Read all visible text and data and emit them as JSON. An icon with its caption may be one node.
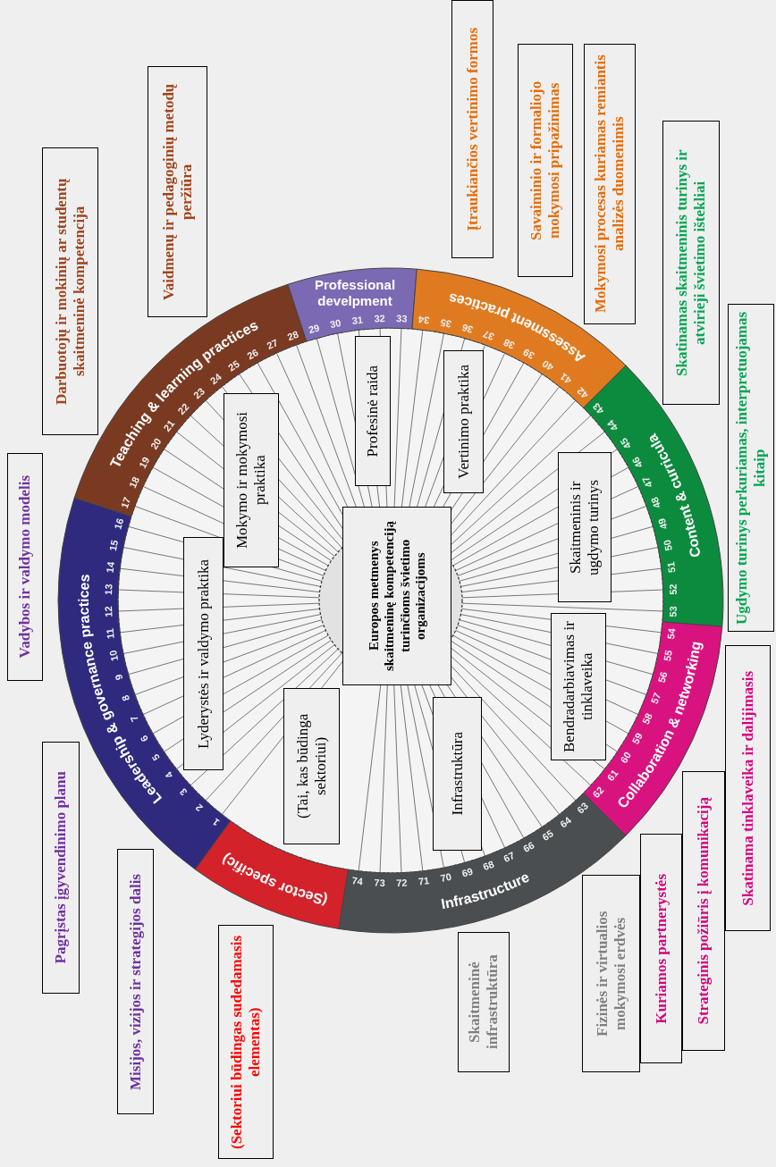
{
  "diagram": {
    "nodes": [
      {
        "text": [
          "Leadership & governance practices"
        ]
      },
      {
        "text": [
          "Teaching & learning practices"
        ]
      },
      {
        "text": [
          "Professional develpment"
        ]
      },
      {
        "text": [
          "Assessment practices"
        ]
      },
      {
        "text": [
          "Content & curricula"
        ]
      },
      {
        "text": [
          "Collaboration & networking"
        ]
      },
      {
        "text": [
          "Infrastructure"
        ]
      },
      {
        "text": [
          "(Sector specific)"
        ]
      },
      {
        "text": [
          "Europos metmenys skaitmeninę kompetenciją turinčioms švietimo organizacijoms"
        ]
      },
      {
        "text": [
          "Lyderystės ir valdymo praktika"
        ]
      },
      {
        "text": [
          "Mokymo ir mokymosi praktika"
        ]
      },
      {
        "text": [
          "Profesinė raida"
        ]
      },
      {
        "text": [
          "Vertinimo praktika"
        ]
      },
      {
        "text": [
          "Skaitmeninis ir ugdymo turinys"
        ]
      },
      {
        "text": [
          "Bendradarbiavimas ir tinklaveika"
        ]
      },
      {
        "text": [
          "Infrastruktūra"
        ]
      },
      {
        "text": [
          "(Tai, kas būdinga sektoriui)"
        ]
      },
      {
        "text": [
          "Vadybos ir valdymo modelis"
        ]
      },
      {
        "text": [
          "Pagrįstas įgyvendinimo planu"
        ]
      },
      {
        "text": [
          "Misijos, vizijos ir strategijos dalis"
        ]
      },
      {
        "text": [
          "Darbuotojų ir mokinių ar studentų skaitmeninė kompetencija"
        ]
      },
      {
        "text": [
          "Vaidmenų ir pedagoginių metodų peržiūra"
        ]
      },
      {
        "text": [
          "Įtraukiančios vertinimo formos"
        ]
      },
      {
        "text": [
          "Savaiminio ir formaliojo mokymosi pripažinimas"
        ]
      },
      {
        "text": [
          "Mokymosi procesas kuriamas remiantis analizės duomenimis"
        ]
      },
      {
        "text": [
          "Skatinamas skaitmeninis turinys ir atvirieji švietimo ištekliai"
        ]
      },
      {
        "text": [
          "Ugdymo turinys perkuriamas, interpretuojamas kitaip"
        ]
      },
      {
        "text": [
          "Skatinama tinklaveika ir dalijimasis"
        ]
      },
      {
        "text": [
          "Strateginis požiūris į komunikaciją"
        ]
      },
      {
        "text": [
          "Kuriamos partnerystės"
        ]
      },
      {
        "text": [
          "Fizinės ir virtualios mokymosi erdvės"
        ]
      },
      {
        "text": [
          "Skaitmeninė infrastruktūra"
        ]
      },
      {
        "text": [
          "(Sektoriui būdingas sudedamasis elementas)"
        ]
      }
    ],
    "labels": [
      "1",
      "2",
      "3",
      "4",
      "5",
      "6",
      "7",
      "8",
      "9",
      "10",
      "11",
      "12",
      "13",
      "14",
      "15",
      "16",
      "17",
      "18",
      "19",
      "20",
      "21",
      "22",
      "23",
      "24",
      "25",
      "26",
      "27",
      "28",
      "29",
      "30",
      "31",
      "32",
      "33",
      "34",
      "35",
      "36",
      "37",
      "38",
      "39",
      "40",
      "41",
      "42",
      "43",
      "44",
      "45",
      "46",
      "47",
      "48",
      "49",
      "50",
      "51",
      "52",
      "53",
      "54",
      "55",
      "56",
      "57",
      "58",
      "59",
      "60",
      "61",
      "62",
      "63",
      "64",
      "65",
      "66",
      "67",
      "68",
      "69",
      "70",
      "71",
      "72",
      "73",
      "74"
    ]
  }
}
